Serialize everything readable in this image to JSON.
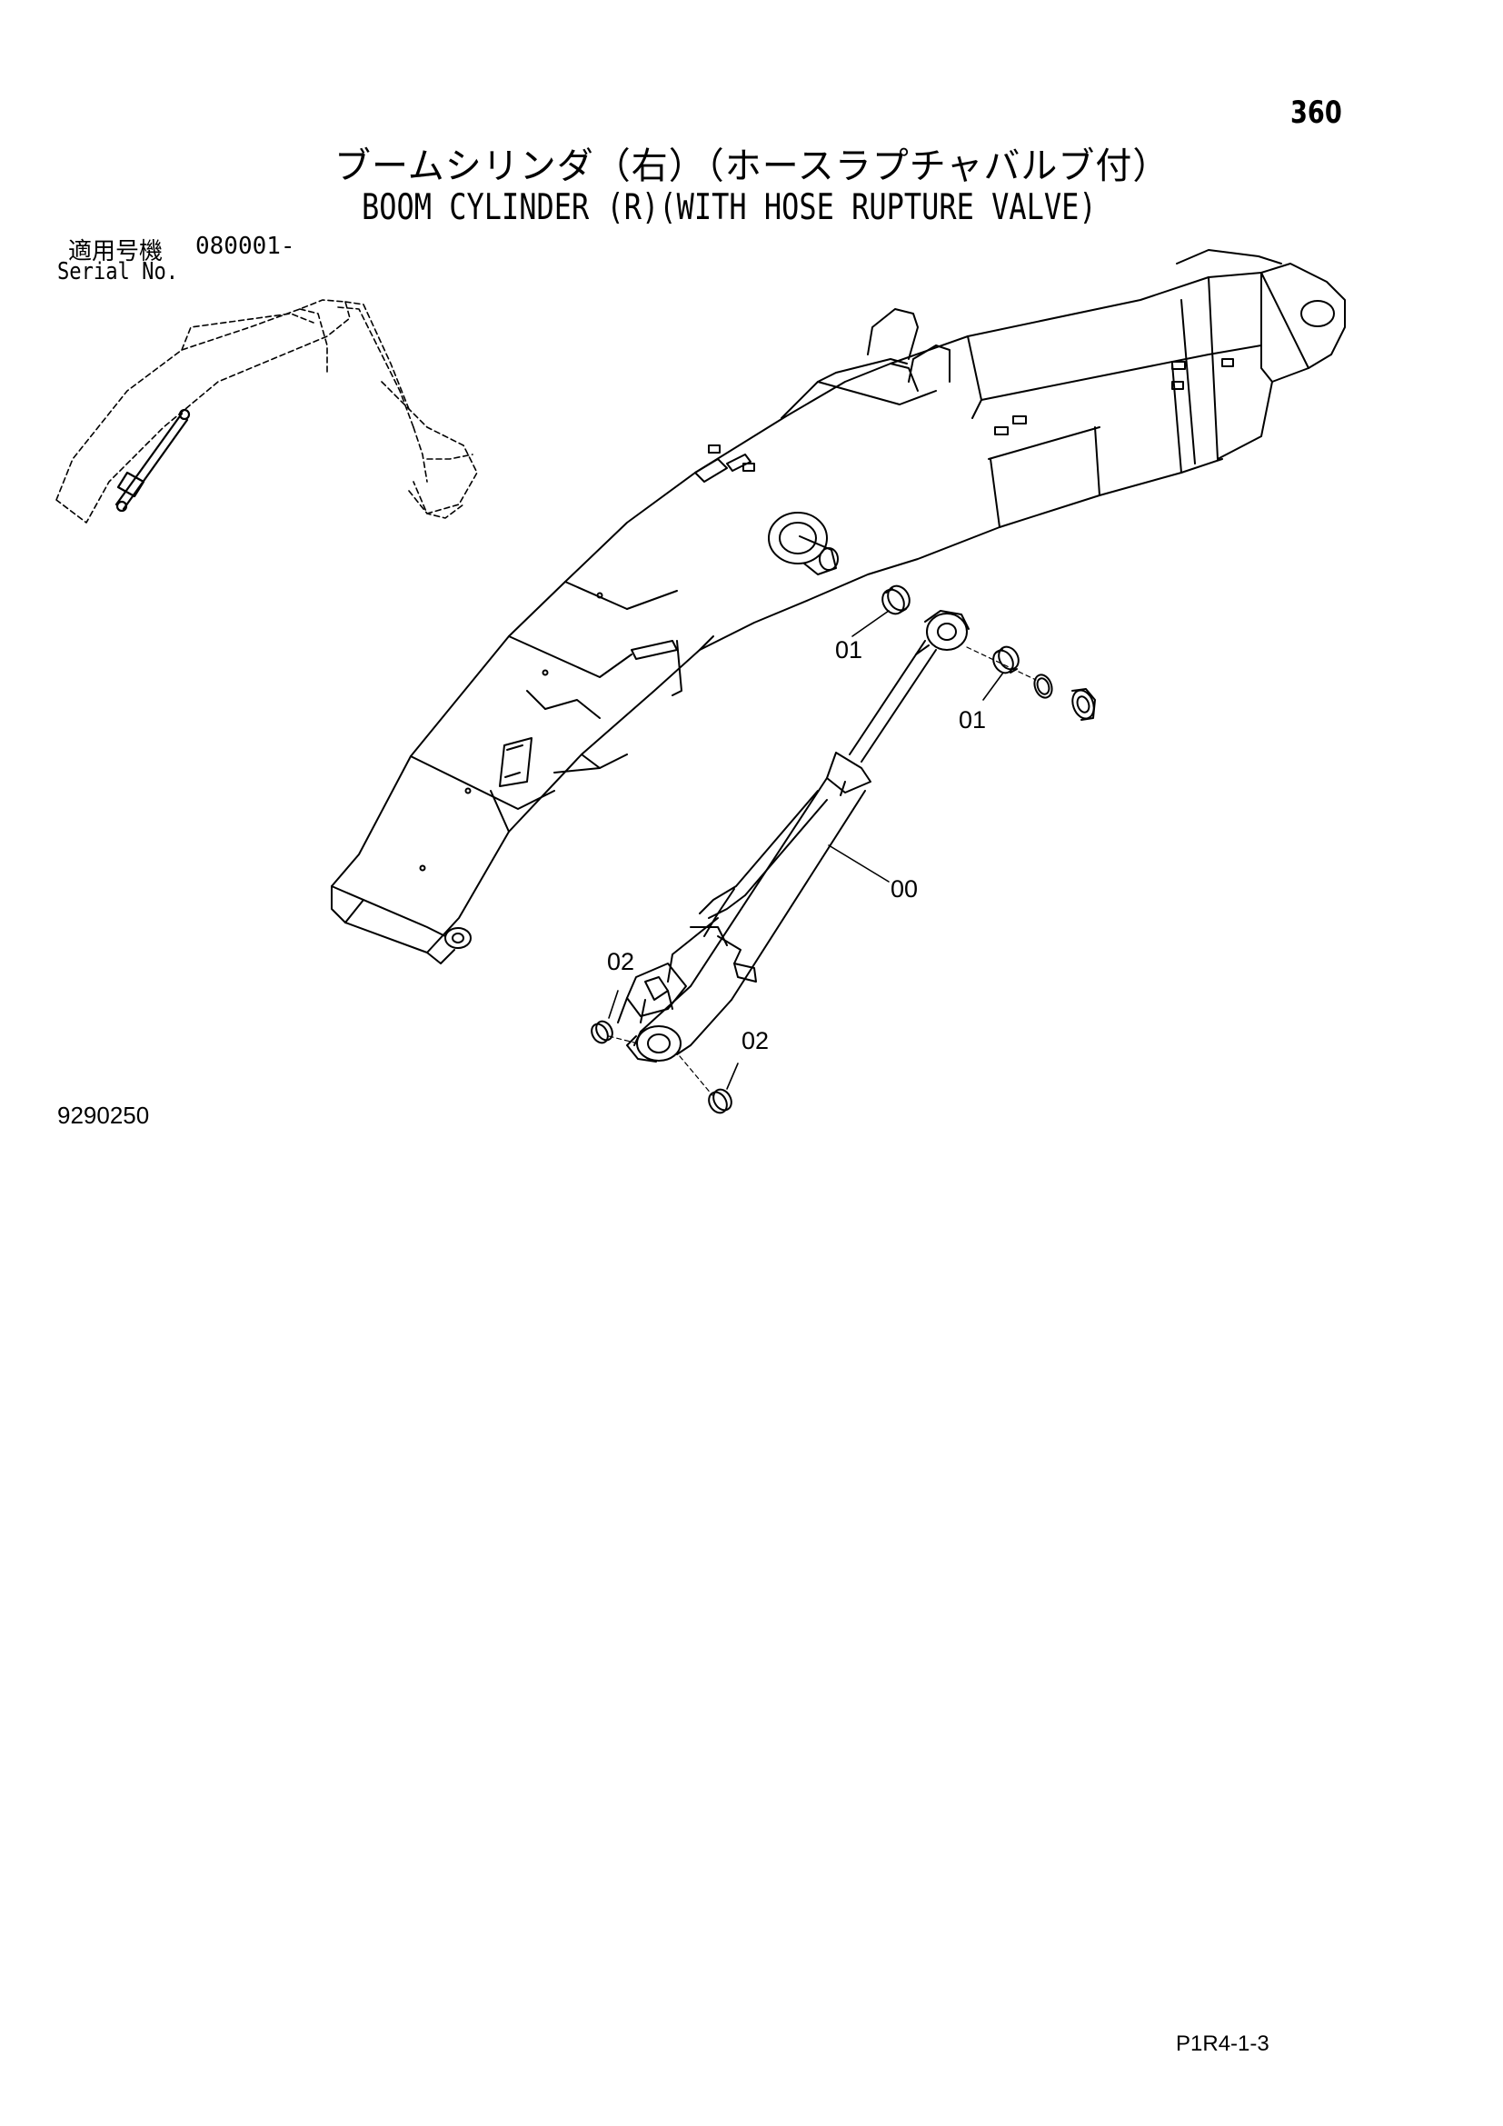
{
  "page": {
    "number": "360",
    "title_jp": "ブームシリンダ（右）（ホースラプチャバルブ付）",
    "title_en": "BOOM CYLINDER (R)(WITH HOSE RUPTURE VALVE)",
    "serial_label_jp": "適用号機",
    "serial_value": "080001-",
    "serial_label_en": "Serial No.",
    "drawing_number": "9290250",
    "page_code": "P1R4-1-3"
  },
  "callouts": [
    {
      "id": "01",
      "label": "01"
    },
    {
      "id": "01b",
      "label": "01"
    },
    {
      "id": "00",
      "label": "00"
    },
    {
      "id": "02",
      "label": "02"
    },
    {
      "id": "02b",
      "label": "02"
    }
  ]
}
